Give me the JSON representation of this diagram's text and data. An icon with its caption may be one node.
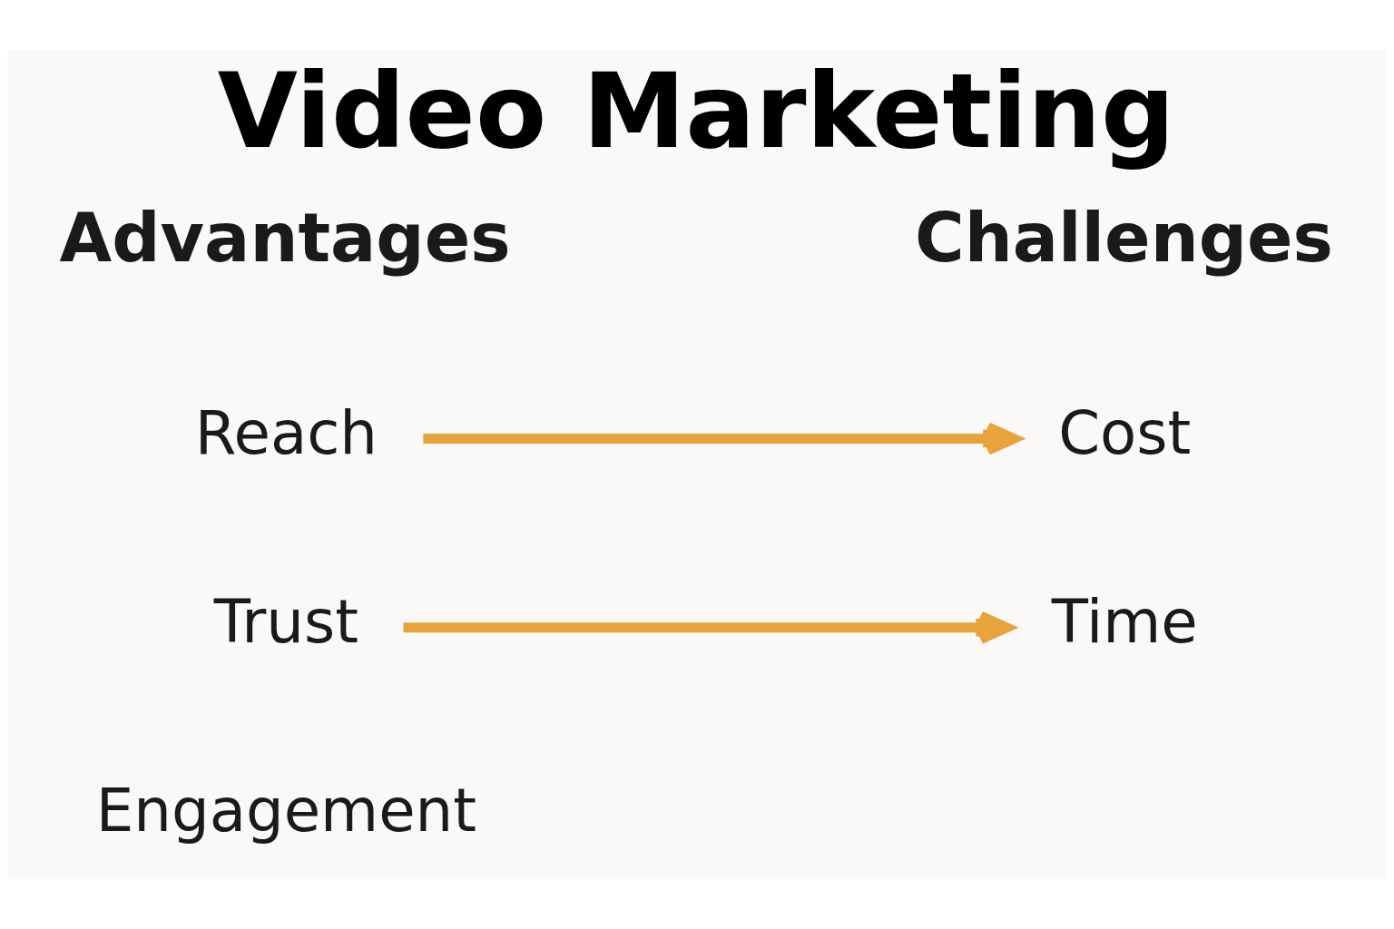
{
  "diagram": {
    "title": "Video Marketing",
    "nodes": [
      {
        "text": [
          "Reach"
        ]
      },
      {
        "text": [
          "Trust"
        ]
      },
      {
        "text": [
          "Engagement"
        ]
      },
      {
        "text": [
          "Cost"
        ]
      },
      {
        "text": [
          "Time"
        ]
      }
    ],
    "edges": [
      {
        "from": 0,
        "to": 3,
        "arrow": "to"
      },
      {
        "from": 1,
        "to": 4,
        "arrow": "to"
      }
    ],
    "labels": [
      "Advantages",
      "Challenges"
    ]
  }
}
